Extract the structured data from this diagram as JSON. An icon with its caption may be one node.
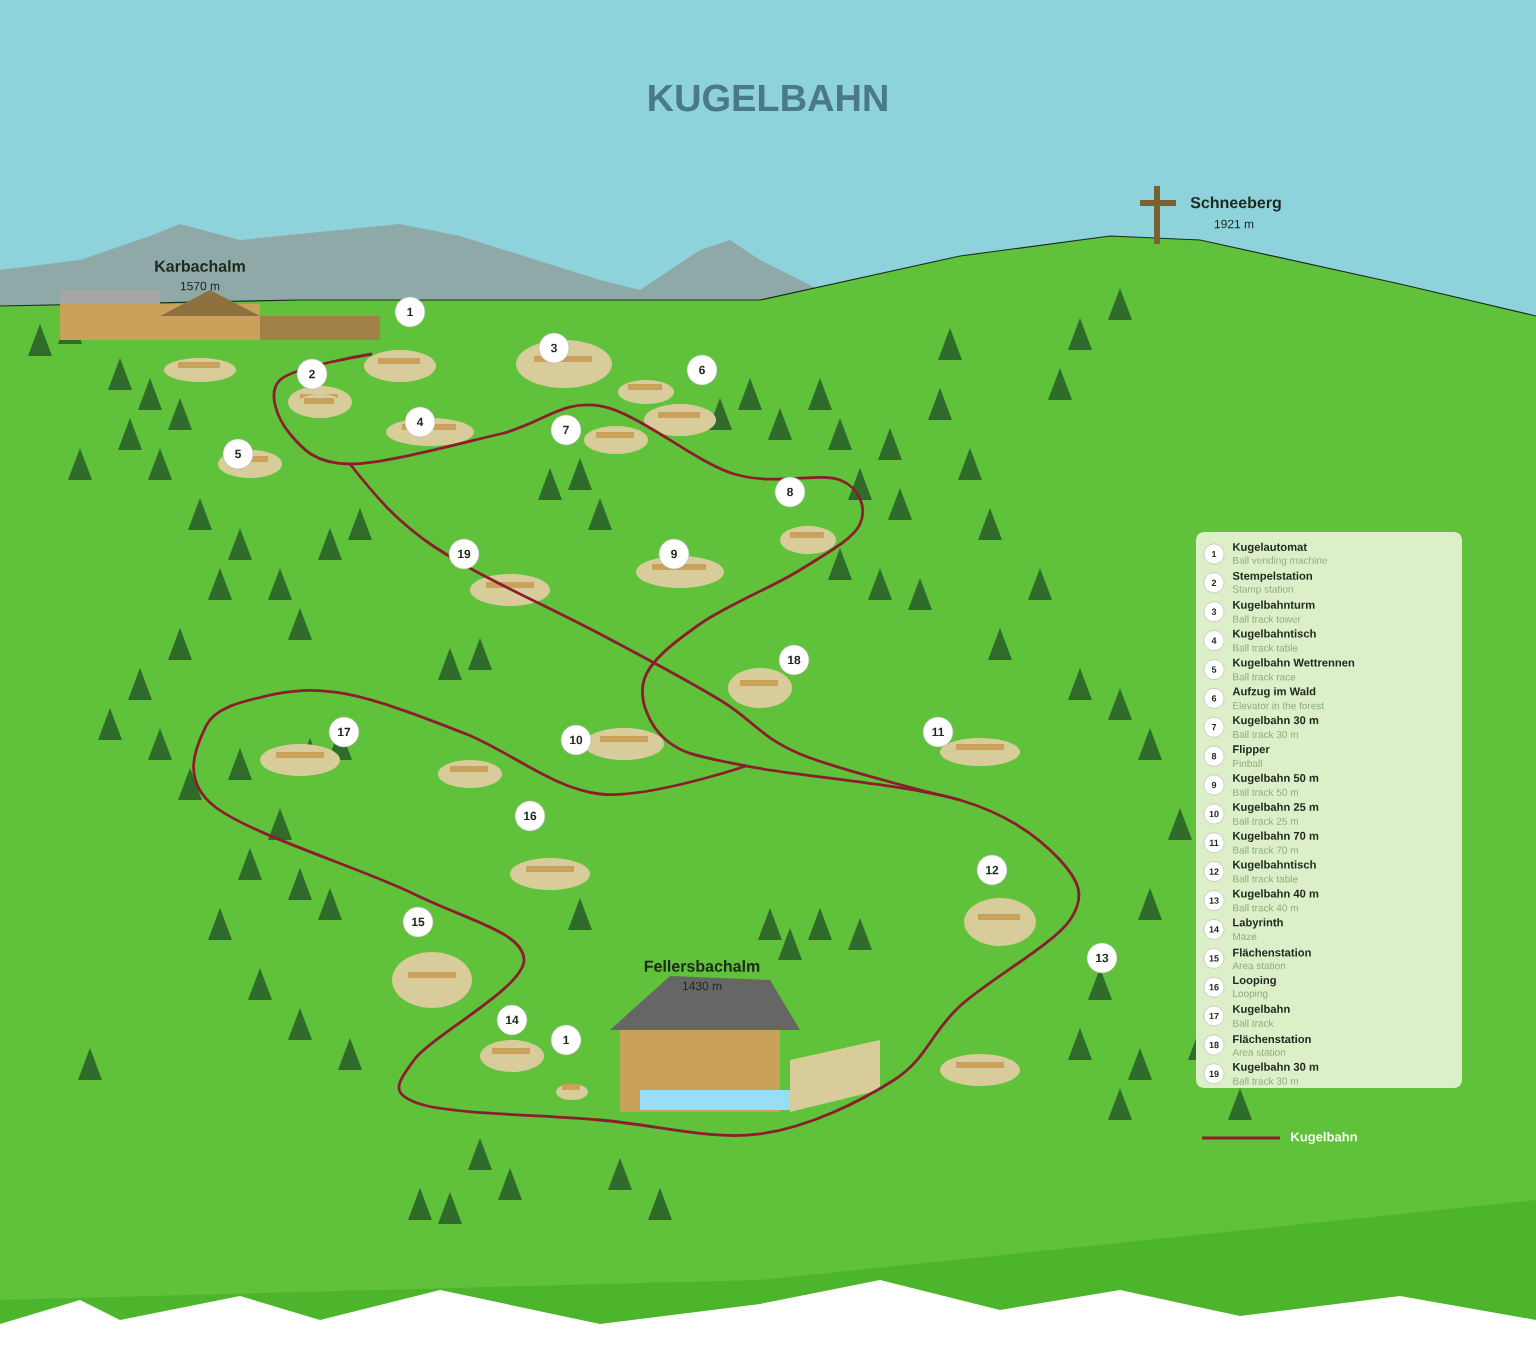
{
  "diagram": {
    "title": "KUGELBAHN",
    "labels": [
      "Karbachalm",
      "1570 m",
      "Schneeberg",
      "1921 m",
      "1",
      "3",
      "6",
      "2",
      "4",
      "7",
      "5",
      "8",
      "19",
      "9",
      "18",
      "17",
      "11",
      "10",
      "16",
      "12",
      "15",
      "13",
      "14",
      "1",
      "Fellersbachalm",
      "1430 m",
      "1",
      "Kugelautomat",
      "Ball vending machine",
      "2",
      "Stempelstation",
      "Stamp station",
      "3",
      "Kugelbahnturm",
      "Ball track tower",
      "4",
      "Kugelbahntisch",
      "Ball track table",
      "5",
      "Kugelbahn Wettrennen",
      "Ball track race",
      "6",
      "Aufzug im Wald",
      "Elevator in the forest",
      "7",
      "Kugelbahn 30 m",
      "Ball track 30 m",
      "8",
      "Flipper",
      "Pinball",
      "9",
      "Kugelbahn 50 m",
      "Ball track 50 m",
      "10",
      "Kugelbahn 25 m",
      "Ball track 25 m",
      "11",
      "Kugelbahn 70 m",
      "Ball track 70 m",
      "12",
      "Kugelbahntisch",
      "Ball track table",
      "13",
      "Kugelbahn 40 m",
      "Ball track 40 m",
      "14",
      "Labyrinth",
      "Maze",
      "15",
      "Flächenstation",
      "Area station",
      "16",
      "Looping",
      "Looping",
      "17",
      "Kugelbahn",
      "Ball track",
      "18",
      "Flächenstation",
      "Area station",
      "19",
      "Kugelbahn 30 m",
      "Ball track 30 m"
    ],
    "legend": [
      {
        "text": "Kugelbahn"
      }
    ]
  }
}
